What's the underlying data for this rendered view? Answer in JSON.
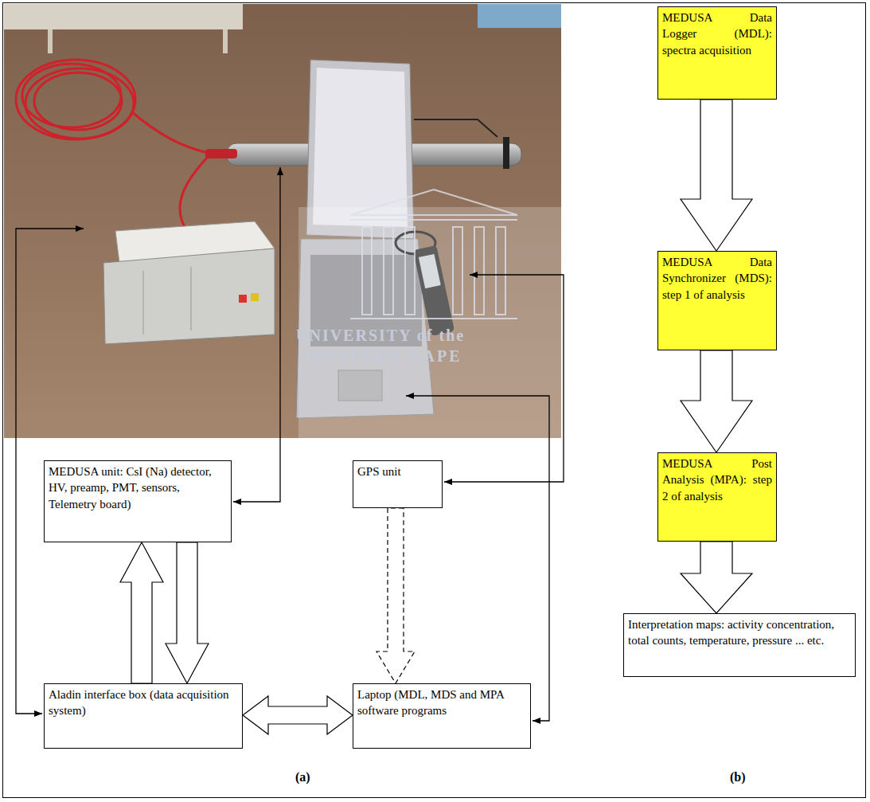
{
  "diagram": {
    "nodes": [
      {
        "text": [
          "MEDUSA unit: CsI (Na) detector, HV, preamp, PMT, sensors, Telemetry board)"
        ]
      },
      {
        "text": [
          "GPS unit"
        ]
      },
      {
        "text": [
          "Aladin interface box (data acquisition system)"
        ]
      },
      {
        "text": [
          "Laptop (MDL, MDS and MPA software programs"
        ]
      },
      {
        "text": [
          "MEDUSA Data Logger (MDL): spectra acquisition"
        ]
      },
      {
        "text": [
          "MEDUSA Data Synchronizer (MDS): step 1 of analysis"
        ]
      },
      {
        "text": [
          "MEDUSA Post Analysis (MPA): step 2 of analysis"
        ]
      },
      {
        "text": [
          "Interpretation maps: activity concentration, total counts, temperature, pressure ... etc."
        ]
      }
    ],
    "edges": [
      {
        "from": 2,
        "to": 0,
        "arrow": "to"
      },
      {
        "from": 0,
        "to": 2,
        "arrow": "to"
      },
      {
        "from": 2,
        "to": 3,
        "arrow": "both"
      },
      {
        "from": 1,
        "to": 3,
        "arrow": "to"
      },
      {
        "from": 4,
        "to": 5,
        "arrow": "to"
      },
      {
        "from": 5,
        "to": 6,
        "arrow": "to"
      },
      {
        "from": 6,
        "to": 7,
        "arrow": "to"
      }
    ],
    "labels": [
      "UNIVERSITY of the",
      "WESTERN CAPE",
      "(a)",
      "(b)"
    ]
  }
}
